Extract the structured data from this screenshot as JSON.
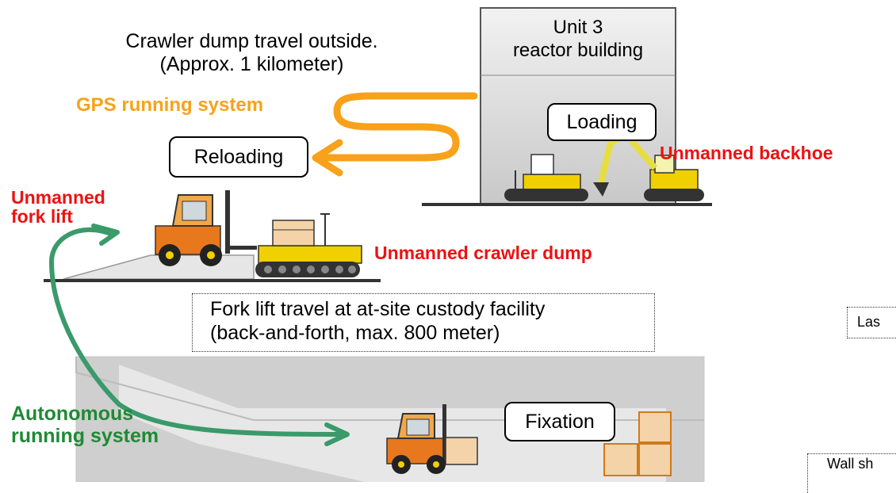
{
  "captions": {
    "crawler_line1": "Crawler dump travel outside.",
    "crawler_line2": "(Approx. 1 kilometer)",
    "forklift_line1": "Fork lift travel at at-site custody facility",
    "forklift_line2": "(back-and-forth, max. 800 meter)"
  },
  "building": {
    "line1": "Unit 3",
    "line2": "reactor building"
  },
  "boxes": {
    "loading": "Loading",
    "reloading": "Reloading",
    "fixation": "Fixation"
  },
  "labels": {
    "gps": "GPS running system",
    "backhoe": "Unmanned backhoe",
    "forklift_line1": "Unmanned",
    "forklift_line2": "fork lift",
    "crawler": "Unmanned crawler dump",
    "autonomous_line1": "Autonomous",
    "autonomous_line2": "running system"
  },
  "cutoff": {
    "las": "Las",
    "wall": "Wall sh"
  },
  "colors": {
    "gps_orange": "#f7a21a",
    "unmanned_red": "#ee1111",
    "autonomous_green": "#1f8a35",
    "arrow_green": "#3a9a6a",
    "machine_yellow": "#f0d000",
    "forklift_orange": "#e8781e",
    "cargo_box": "#f5d3a8"
  }
}
